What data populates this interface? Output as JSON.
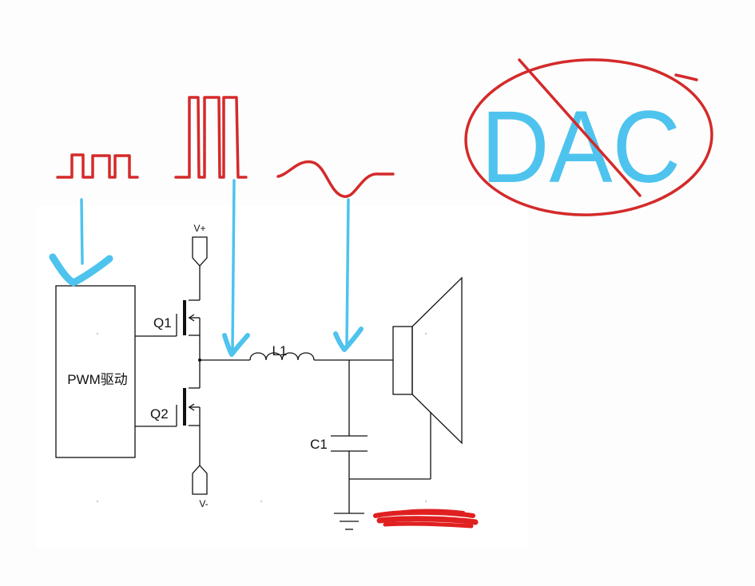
{
  "diagram": {
    "labels": {
      "vplus": "V+",
      "vminus": "V-",
      "q1": "Q1",
      "q2": "Q2",
      "l1": "L1",
      "c1": "C1",
      "driver": "PWM驱动",
      "dac": "DAC"
    },
    "colors": {
      "wire": "#111111",
      "annotation_red": "#d42a2a",
      "annotation_blue": "#4ec3ee",
      "panel": "#ffffff",
      "background": "#fdfdfd"
    }
  }
}
